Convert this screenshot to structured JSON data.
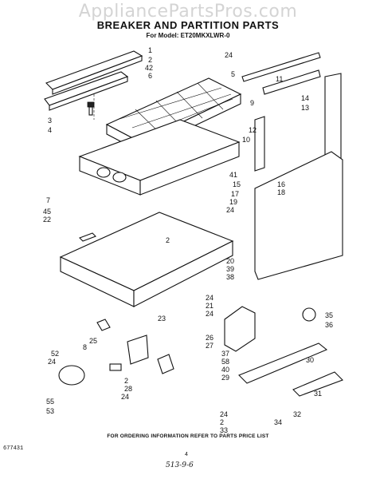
{
  "watermark": "AppliancePartsPros.com",
  "title": "BREAKER AND PARTITION PARTS",
  "model_line": "For Model: ET20MKXLWR-0",
  "footer": "FOR ORDERING INFORMATION REFER TO PARTS PRICE LIST",
  "doc_number": "677431",
  "page_number": "4",
  "handwritten_note": "513-9-6",
  "callouts": [
    "1",
    "2",
    "42",
    "6",
    "3",
    "4",
    "24",
    "5",
    "11",
    "9",
    "14",
    "13",
    "12",
    "10",
    "41",
    "15",
    "17",
    "19",
    "16",
    "18",
    "24",
    "7",
    "45",
    "22",
    "2",
    "20",
    "39",
    "38",
    "23",
    "24",
    "21",
    "24",
    "26",
    "27",
    "25",
    "8",
    "52",
    "24",
    "55",
    "53",
    "2",
    "28",
    "24",
    "37",
    "58",
    "40",
    "29",
    "30",
    "31",
    "32",
    "24",
    "2",
    "33",
    "34",
    "35",
    "36"
  ]
}
